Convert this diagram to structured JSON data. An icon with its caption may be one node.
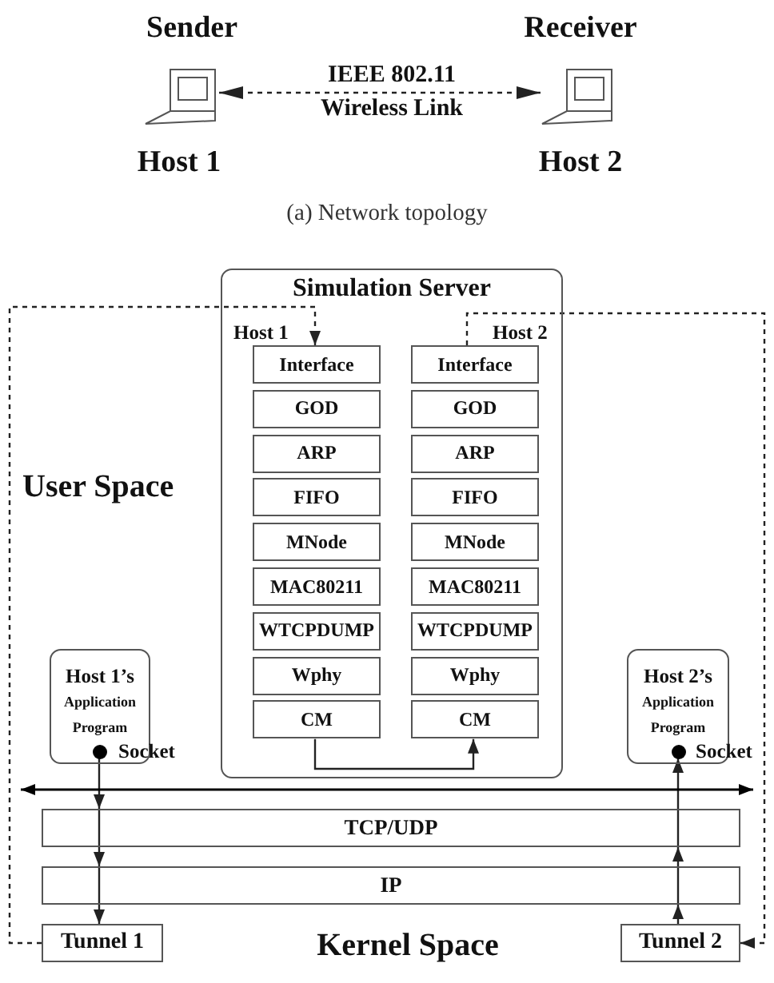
{
  "diagram": {
    "caption": "(a) Network topology",
    "nodes": [
      {
        "text": [],
        "shape": "picture",
        "beside": [
          "Sender",
          "Host 1"
        ]
      },
      {
        "text": [],
        "shape": "picture",
        "beside": [
          "Receiver",
          "Host 2"
        ]
      },
      {
        "text": [
          "Simulation Server"
        ]
      },
      {
        "text": [
          "Interface"
        ],
        "in": 2
      },
      {
        "text": [
          "GOD"
        ],
        "in": 2
      },
      {
        "text": [
          "ARP"
        ],
        "in": 2
      },
      {
        "text": [
          "FIFO"
        ],
        "in": 2
      },
      {
        "text": [
          "MNode"
        ],
        "in": 2
      },
      {
        "text": [
          "MAC80211"
        ],
        "in": 2
      },
      {
        "text": [
          "WTCPDUMP"
        ],
        "in": 2
      },
      {
        "text": [
          "Wphy"
        ],
        "in": 2
      },
      {
        "text": [
          "CM"
        ],
        "in": 2
      },
      {
        "text": [
          "Interface"
        ],
        "in": 2
      },
      {
        "text": [
          "GOD"
        ],
        "in": 2
      },
      {
        "text": [
          "ARP"
        ],
        "in": 2
      },
      {
        "text": [
          "FIFO"
        ],
        "in": 2
      },
      {
        "text": [
          "MNode"
        ],
        "in": 2
      },
      {
        "text": [
          "MAC80211"
        ],
        "in": 2
      },
      {
        "text": [
          "WTCPDUMP"
        ],
        "in": 2
      },
      {
        "text": [
          "Wphy"
        ],
        "in": 2
      },
      {
        "text": [
          "CM"
        ],
        "in": 2
      },
      {
        "text": [
          "Host 1’s",
          "Application Program"
        ]
      },
      {
        "text": [],
        "shape": "circle",
        "in": 21,
        "beside": [
          "Socket"
        ]
      },
      {
        "text": [
          "Host 2’s",
          "Application Program"
        ]
      },
      {
        "text": [],
        "shape": "circle",
        "in": 23,
        "beside": [
          "Socket"
        ]
      },
      {
        "text": [
          "TCP/UDP"
        ]
      },
      {
        "text": [
          "IP"
        ]
      },
      {
        "text": [
          "Tunnel 1"
        ]
      },
      {
        "text": [
          "Tunnel 2"
        ]
      }
    ],
    "edges": [
      {
        "from": 0,
        "to": 1,
        "arrow": "both",
        "style": "dashed",
        "label": "IEEE 802.11 Wireless Link"
      },
      {
        "from": 27,
        "to": 3,
        "arrow": "to",
        "style": "dashed"
      },
      {
        "from": 12,
        "to": 28,
        "arrow": "to",
        "style": "dashed"
      },
      {
        "from": 11,
        "to": 20,
        "arrow": "to"
      },
      {
        "from": 22,
        "to": 25,
        "arrow": "to"
      },
      {
        "from": 25,
        "to": 26,
        "arrow": "to"
      },
      {
        "from": 26,
        "to": 27,
        "arrow": "to"
      },
      {
        "from": 28,
        "to": 26,
        "arrow": "to"
      },
      {
        "from": 26,
        "to": 25,
        "arrow": "to"
      },
      {
        "from": 25,
        "to": 24,
        "arrow": "to"
      }
    ],
    "labels": [
      "Host 1",
      "Host 2",
      "User Space",
      "Kernel Space"
    ]
  }
}
